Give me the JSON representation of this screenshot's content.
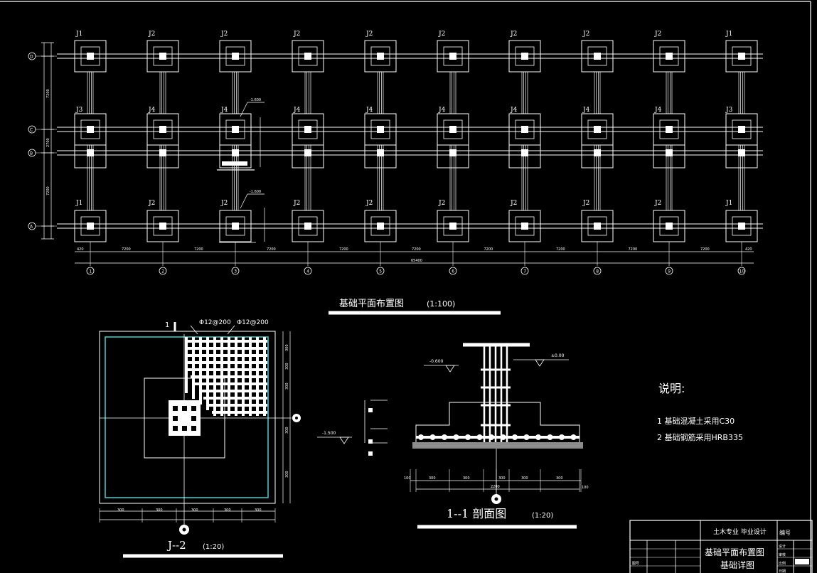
{
  "colors": {
    "background": "#000000",
    "line": "#ffffff",
    "accent": "#39c6c6"
  },
  "plan": {
    "title": "基础平面布置图",
    "scale": "(1:100)",
    "column_labels": [
      "J1",
      "J2",
      "J2",
      "J2",
      "J2",
      "J2",
      "J2",
      "J2",
      "J2",
      "J1"
    ],
    "row3_labels": [
      "J3",
      "J4",
      "J4",
      "J4",
      "J4",
      "J4",
      "J4",
      "J4",
      "J4",
      "J3"
    ],
    "bottom_labels": [
      "J1",
      "J2",
      "J2",
      "J2",
      "J2",
      "J2",
      "J2",
      "J2",
      "J2",
      "J1"
    ],
    "axis_numbers": [
      "1",
      "2",
      "3",
      "4",
      "5",
      "6",
      "7",
      "8",
      "9",
      "10"
    ],
    "row_axes": [
      "D",
      "C",
      "B",
      "A"
    ],
    "spans": [
      "7200",
      "7200",
      "7200",
      "7200",
      "7200",
      "7200",
      "7200",
      "7200",
      "7200"
    ],
    "edge_dims": [
      "420",
      "420"
    ],
    "total": "65400",
    "left_dims": [
      "7200",
      "2700",
      "7200"
    ],
    "elev": [
      "-1.600",
      "-1.600"
    ]
  },
  "detail_j2": {
    "title": "J--2",
    "scale": "(1:20)",
    "section_mark": "1",
    "rebar1": "Φ12@200",
    "rebar2": "Φ12@200",
    "dims": [
      "300",
      "300",
      "300",
      "300",
      "300",
      "300"
    ],
    "elev": "-1.500"
  },
  "section_11": {
    "title": "1--1 剖面图",
    "scale": "(1:20)",
    "elev_left": "-0.600",
    "elev_right": "±0.00",
    "dims": [
      "300",
      "300",
      "300",
      "300",
      "300",
      "300"
    ],
    "total": "2200",
    "side_dim": "100"
  },
  "notes": {
    "heading": "说明:",
    "items": [
      "1   基础混凝土采用C30",
      "2   基础钢筋采用HRB335"
    ]
  },
  "title_block": {
    "school": "土木专业 毕业设计",
    "drawing_name_1": "基础平面布置图",
    "drawing_name_2": "基础详图",
    "cells": [
      "编号",
      "设计",
      "审核",
      "比例",
      "日期",
      "图号"
    ]
  }
}
